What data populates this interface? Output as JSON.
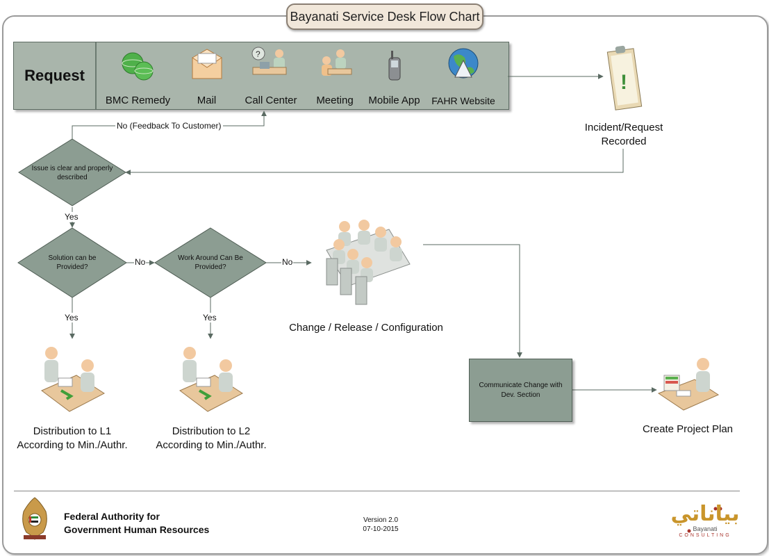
{
  "title": "Bayanati Service Desk Flow Chart",
  "request": {
    "label": "Request",
    "channels": [
      {
        "label": "BMC Remedy",
        "icon": "globes-icon"
      },
      {
        "label": "Mail",
        "icon": "envelope-icon"
      },
      {
        "label": "Call Center",
        "icon": "call-center-icon"
      },
      {
        "label": "Meeting",
        "icon": "meeting-icon"
      },
      {
        "label": "Mobile App",
        "icon": "mobile-phone-icon"
      },
      {
        "label": "FAHR Website",
        "icon": "website-globe-icon"
      }
    ]
  },
  "incident": {
    "line1": "Incident/Request",
    "line2": "Recorded"
  },
  "decisions": {
    "issue_clear": {
      "line1": "Issue is clear and properly",
      "line2": "described"
    },
    "solution": {
      "line1": "Solution can be",
      "line2": "Provided?"
    },
    "workaround": {
      "line1": "Work Around Can Be",
      "line2": "Provided?"
    }
  },
  "edges": {
    "no_feedback": "No (Feedback To Customer)",
    "yes1": "Yes",
    "no1": "No",
    "no2": "No",
    "yes2": "Yes",
    "yes3": "Yes"
  },
  "change_release": "Change / Release / Configuration",
  "communicate": {
    "line1": "Communicate Change with",
    "line2": "Dev.  Section"
  },
  "project_plan": "Create Project Plan",
  "l1": {
    "line1": "Distribution to L1",
    "line2": "According to Min./Authr."
  },
  "l2": {
    "line1": "Distribution to L2",
    "line2": "According to Min./Authr."
  },
  "footer": {
    "org_line1": "Federal Authority for",
    "org_line2": "Government Human Resources",
    "version": "Version 2.0",
    "date": "07-10-2015",
    "brand_arabic": "بياناتي",
    "brand_name": "Bayanati",
    "brand_sub": "CONSULTING"
  },
  "colors": {
    "diamond": "#8c9d92",
    "request_bar": "#a9b5ab",
    "title_tab": "#f1e7da",
    "arrow": "#5a6a62",
    "brand_gold": "#c9952b",
    "brand_red": "#a8322a"
  }
}
